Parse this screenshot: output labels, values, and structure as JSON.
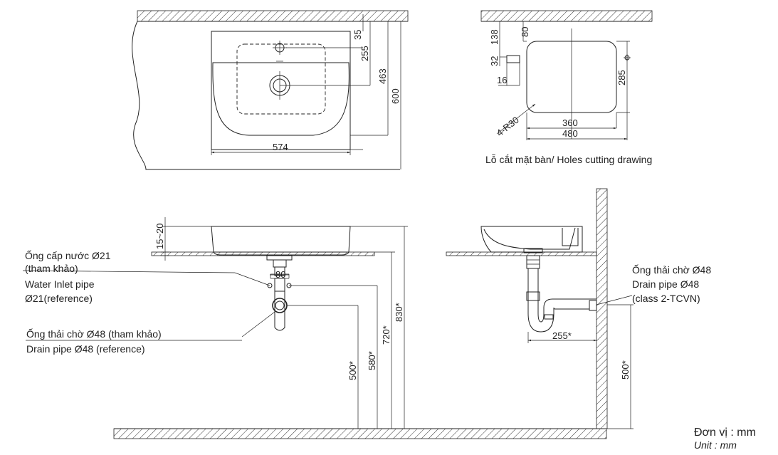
{
  "top_view": {
    "dims": {
      "d35": "35",
      "d255": "255",
      "d463": "463",
      "d600": "600",
      "d574": "574"
    }
  },
  "hole_view": {
    "dims": {
      "d138": "138",
      "d80": "80",
      "d32": "32",
      "d16": "16",
      "d285": "285",
      "d360": "360",
      "d480": "480",
      "r30": "4-R30"
    },
    "caption": "Lỗ cắt mặt bàn/ Holes cutting drawing"
  },
  "front_view": {
    "dims": {
      "d15_20": "15~20",
      "d80": "80",
      "d500": "500*",
      "d580": "580*",
      "d720": "720*",
      "d830": "830*"
    },
    "labels": {
      "inlet_vi_1": "Ống cấp nước Ø21",
      "inlet_vi_2": "(tham khảo)",
      "inlet_en_1": "Water Inlet pipe",
      "inlet_en_2": "Ø21(reference)",
      "drain_vi": "Ống thải chờ Ø48 (tham khảo)",
      "drain_en": "Drain pipe Ø48 (reference)"
    }
  },
  "side_view": {
    "dims": {
      "d255": "255*",
      "d500": "500*"
    },
    "labels": {
      "drain_vi": "Ống thải chờ Ø48",
      "drain_en_1": "Drain pipe Ø48",
      "drain_en_2": "(class 2-TCVN)"
    }
  },
  "unit": {
    "vi": "Đơn vị : mm",
    "en": "Unit : mm"
  }
}
